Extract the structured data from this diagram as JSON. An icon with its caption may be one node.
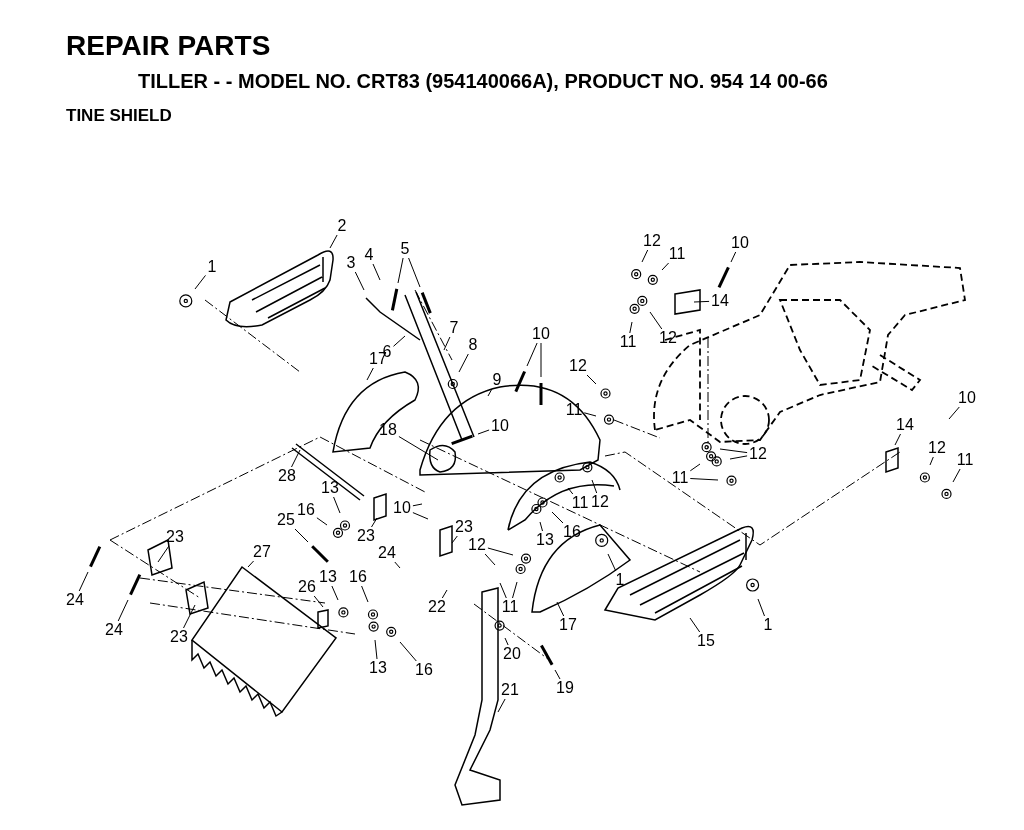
{
  "diagram": {
    "title": "REPAIR PARTS",
    "nodes": [
      {
        "text": [
          "2"
        ]
      },
      {
        "text": [
          "12"
        ]
      },
      {
        "text": [
          "10"
        ]
      },
      {
        "text": [
          "5"
        ]
      },
      {
        "text": [
          "11"
        ]
      },
      {
        "text": [
          "4"
        ]
      },
      {
        "text": [
          "3"
        ]
      },
      {
        "text": [
          "1"
        ]
      },
      {
        "text": [
          "14"
        ]
      },
      {
        "text": [
          "7"
        ]
      },
      {
        "text": [
          "12"
        ]
      },
      {
        "text": [
          "10"
        ]
      },
      {
        "text": [
          "11"
        ]
      },
      {
        "text": [
          "8"
        ]
      },
      {
        "text": [
          "6"
        ]
      },
      {
        "text": [
          "17"
        ]
      },
      {
        "text": [
          "12"
        ]
      },
      {
        "text": [
          "9"
        ]
      },
      {
        "text": [
          "11"
        ]
      },
      {
        "text": [
          "10"
        ]
      },
      {
        "text": [
          "10"
        ]
      },
      {
        "text": [
          "14"
        ]
      },
      {
        "text": [
          "18"
        ]
      },
      {
        "text": [
          "12"
        ]
      },
      {
        "text": [
          "12"
        ]
      },
      {
        "text": [
          "11"
        ]
      },
      {
        "text": [
          "11"
        ]
      },
      {
        "text": [
          "28"
        ]
      },
      {
        "text": [
          "13"
        ]
      },
      {
        "text": [
          "12"
        ]
      },
      {
        "text": [
          "11"
        ]
      },
      {
        "text": [
          "16"
        ]
      },
      {
        "text": [
          "10"
        ]
      },
      {
        "text": [
          "25"
        ]
      },
      {
        "text": [
          "23"
        ]
      },
      {
        "text": [
          "16"
        ]
      },
      {
        "text": [
          "23"
        ]
      },
      {
        "text": [
          "13"
        ]
      },
      {
        "text": [
          "23"
        ]
      },
      {
        "text": [
          "12"
        ]
      },
      {
        "text": [
          "27"
        ]
      },
      {
        "text": [
          "24"
        ]
      },
      {
        "text": [
          "13"
        ]
      },
      {
        "text": [
          "16"
        ]
      },
      {
        "text": [
          "1"
        ]
      },
      {
        "text": [
          "26"
        ]
      },
      {
        "text": [
          "24"
        ]
      },
      {
        "text": [
          "11"
        ]
      },
      {
        "text": [
          "22"
        ]
      },
      {
        "text": [
          "17"
        ]
      },
      {
        "text": [
          "1"
        ]
      },
      {
        "text": [
          "24"
        ]
      },
      {
        "text": [
          "23"
        ]
      },
      {
        "text": [
          "15"
        ]
      },
      {
        "text": [
          "20"
        ]
      },
      {
        "text": [
          "13"
        ]
      },
      {
        "text": [
          "16"
        ]
      },
      {
        "text": [
          "19"
        ]
      },
      {
        "text": [
          "21"
        ]
      }
    ],
    "edges": [
      {
        "from": 0,
        "to": null,
        "arrow": "none"
      },
      {
        "from": 1,
        "to": null,
        "arrow": "none"
      },
      {
        "from": 2,
        "to": null,
        "arrow": "none"
      },
      {
        "from": 3,
        "to": null,
        "arrow": "none"
      },
      {
        "from": 3,
        "to": null,
        "arrow": "none"
      },
      {
        "from": 4,
        "to": null,
        "arrow": "none"
      },
      {
        "from": 5,
        "to": null,
        "arrow": "none"
      },
      {
        "from": 6,
        "to": null,
        "arrow": "none"
      },
      {
        "from": 7,
        "to": null,
        "arrow": "none"
      },
      {
        "from": 8,
        "to": null,
        "arrow": "none"
      },
      {
        "from": 9,
        "to": null,
        "arrow": "none"
      },
      {
        "from": 10,
        "to": null,
        "arrow": "none"
      },
      {
        "from": 11,
        "to": null,
        "arrow": "none"
      },
      {
        "from": 11,
        "to": null,
        "arrow": "none"
      },
      {
        "from": 12,
        "to": null,
        "arrow": "none"
      },
      {
        "from": 13,
        "to": null,
        "arrow": "none"
      },
      {
        "from": 14,
        "to": null,
        "arrow": "none"
      },
      {
        "from": 15,
        "to": null,
        "arrow": "none"
      },
      {
        "from": 16,
        "to": null,
        "arrow": "none"
      },
      {
        "from": 17,
        "to": null,
        "arrow": "none"
      },
      {
        "from": 18,
        "to": null,
        "arrow": "none"
      },
      {
        "from": 19,
        "to": null,
        "arrow": "none"
      },
      {
        "from": 20,
        "to": null,
        "arrow": "none"
      },
      {
        "from": 21,
        "to": null,
        "arrow": "none"
      },
      {
        "from": 22,
        "to": null,
        "arrow": "none"
      },
      {
        "from": 23,
        "to": null,
        "arrow": "none"
      },
      {
        "from": 24,
        "to": null,
        "arrow": "none"
      },
      {
        "from": 24,
        "to": null,
        "arrow": "none"
      },
      {
        "from": 25,
        "to": null,
        "arrow": "none"
      },
      {
        "from": 26,
        "to": null,
        "arrow": "none"
      },
      {
        "from": 26,
        "to": null,
        "arrow": "none"
      },
      {
        "from": 27,
        "to": null,
        "arrow": "none"
      },
      {
        "from": 28,
        "to": null,
        "arrow": "none"
      },
      {
        "from": 29,
        "to": null,
        "arrow": "none"
      },
      {
        "from": 30,
        "to": null,
        "arrow": "none"
      },
      {
        "from": 31,
        "to": null,
        "arrow": "none"
      },
      {
        "from": 32,
        "to": null,
        "arrow": "none"
      },
      {
        "from": 32,
        "to": null,
        "arrow": "none"
      },
      {
        "from": 33,
        "to": null,
        "arrow": "none"
      },
      {
        "from": 34,
        "to": null,
        "arrow": "none"
      },
      {
        "from": 35,
        "to": null,
        "arrow": "none"
      },
      {
        "from": 36,
        "to": null,
        "arrow": "none"
      },
      {
        "from": 37,
        "to": null,
        "arrow": "none"
      },
      {
        "from": 38,
        "to": null,
        "arrow": "none"
      },
      {
        "from": 39,
        "to": null,
        "arrow": "none"
      },
      {
        "from": 39,
        "to": null,
        "arrow": "none"
      },
      {
        "from": 40,
        "to": null,
        "arrow": "none"
      },
      {
        "from": 41,
        "to": null,
        "arrow": "none"
      },
      {
        "from": 42,
        "to": null,
        "arrow": "none"
      },
      {
        "from": 43,
        "to": null,
        "arrow": "none"
      },
      {
        "from": 44,
        "to": null,
        "arrow": "none"
      },
      {
        "from": 45,
        "to": null,
        "arrow": "none"
      },
      {
        "from": 46,
        "to": null,
        "arrow": "none"
      },
      {
        "from": 47,
        "to": null,
        "arrow": "none"
      },
      {
        "from": 47,
        "to": null,
        "arrow": "none"
      },
      {
        "from": 48,
        "to": null,
        "arrow": "none"
      },
      {
        "from": 49,
        "to": null,
        "arrow": "none"
      },
      {
        "from": 50,
        "to": null,
        "arrow": "none"
      },
      {
        "from": 51,
        "to": null,
        "arrow": "none"
      },
      {
        "from": 52,
        "to": null,
        "arrow": "none"
      },
      {
        "from": 53,
        "to": null,
        "arrow": "none"
      },
      {
        "from": 54,
        "to": null,
        "arrow": "none"
      },
      {
        "from": 55,
        "to": null,
        "arrow": "none"
      },
      {
        "from": 56,
        "to": null,
        "arrow": "none"
      },
      {
        "from": 57,
        "to": null,
        "arrow": "none"
      },
      {
        "from": 58,
        "to": null,
        "arrow": "none"
      }
    ],
    "labels": [
      "TILLER - - MODEL NO. CRT83 (954140066A), PRODUCT NO. 954 14 00-66",
      "TINE SHIELD"
    ]
  }
}
